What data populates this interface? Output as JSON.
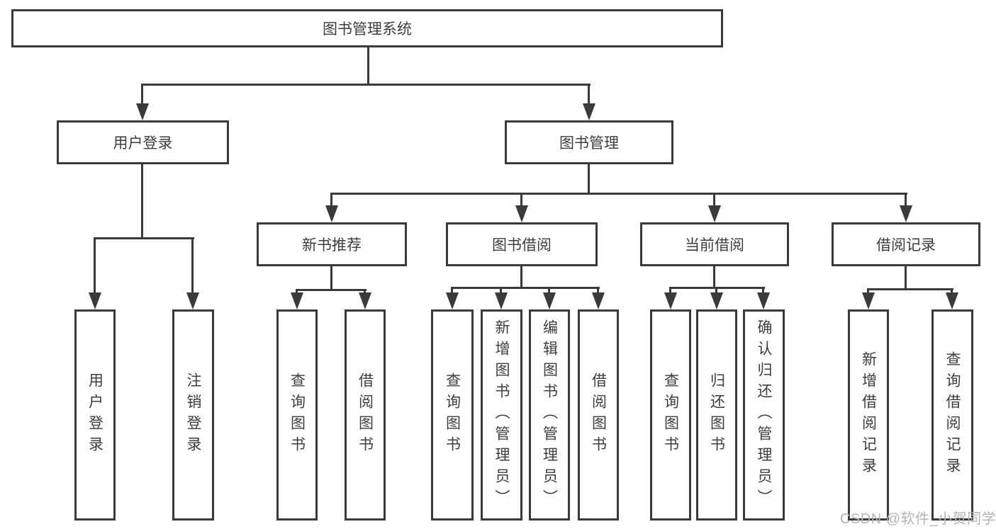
{
  "diagram_type": "hierarchy",
  "tree": {
    "label": "图书管理系统",
    "children": [
      {
        "label": "用户登录",
        "children": [
          {
            "label": "用户登录"
          },
          {
            "label": "注销登录"
          }
        ]
      },
      {
        "label": "图书管理",
        "children": [
          {
            "label": "新书推荐",
            "children": [
              {
                "label": "查询图书"
              },
              {
                "label": "借阅图书"
              }
            ]
          },
          {
            "label": "图书借阅",
            "children": [
              {
                "label": "查询图书"
              },
              {
                "label": "新增图书（管理员）"
              },
              {
                "label": "编辑图书（管理员）"
              },
              {
                "label": "借阅图书"
              }
            ]
          },
          {
            "label": "当前借阅",
            "children": [
              {
                "label": "查询图书"
              },
              {
                "label": "归还图书"
              },
              {
                "label": "确认归还（管理员）"
              }
            ]
          },
          {
            "label": "借阅记录",
            "children": [
              {
                "label": "新增借阅记录"
              },
              {
                "label": "查询借阅记录"
              }
            ]
          }
        ]
      }
    ]
  },
  "watermark": "CSDN @软件_小贺同学",
  "colors": {
    "line": "#3a3a3a",
    "box_border": "#3a3a3a",
    "text": "#3d3d3d",
    "watermark": "#b4b4b4",
    "background": "#ffffff"
  }
}
